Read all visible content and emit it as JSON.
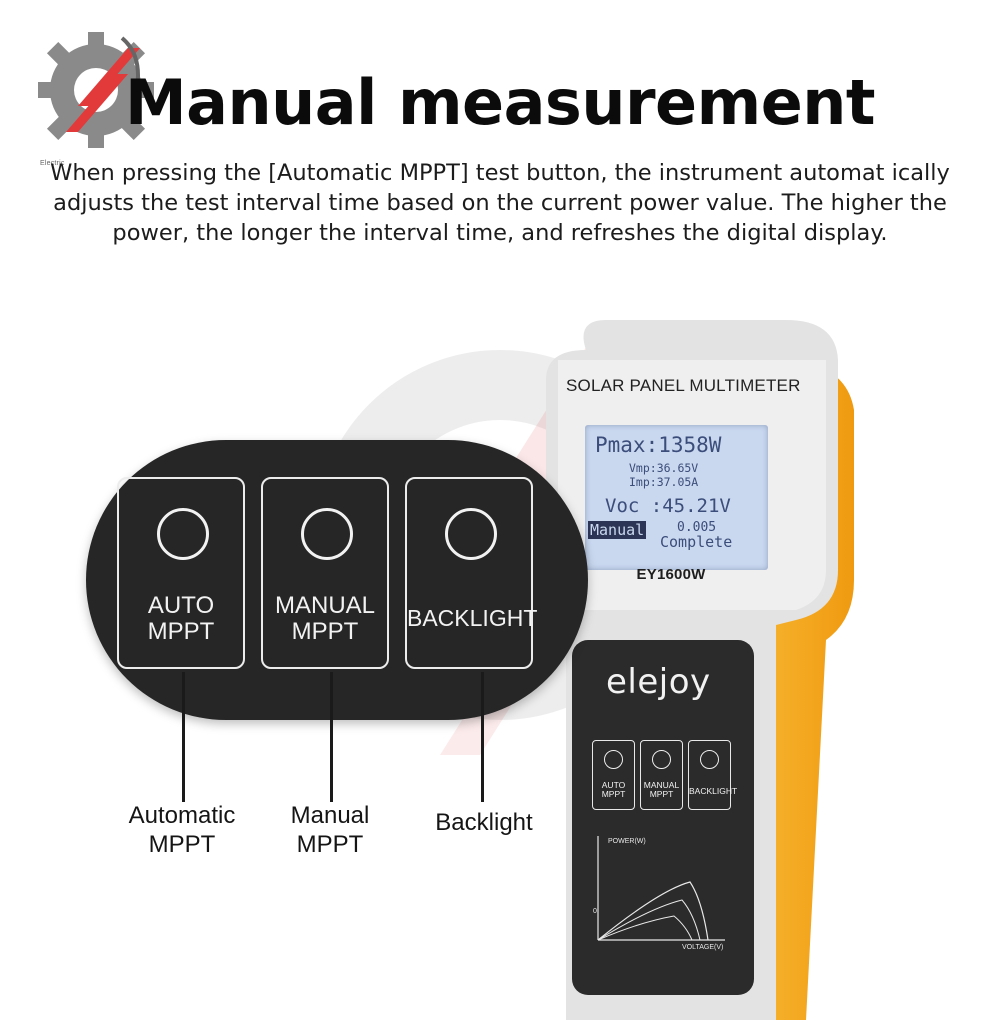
{
  "header": {
    "title": "Manual measurement",
    "description": "When pressing the [Automatic MPPT] test button, the instrument  automat ically adjusts the test interval time based on the current power value. The higher the power, the longer the interval time, and refreshes the digital display.",
    "logo_text": "Electric"
  },
  "panel": {
    "buttons": [
      {
        "label": "AUTO\nMPPT"
      },
      {
        "label": "MANUAL\nMPPT"
      },
      {
        "label": "BACKLIGHT"
      }
    ]
  },
  "callouts": [
    {
      "label": "Automatic\nMPPT"
    },
    {
      "label": "Manual\nMPPT"
    },
    {
      "label": "Backlight"
    }
  ],
  "device": {
    "header": "SOLAR PANEL MULTIMETER",
    "model": "EY1600W",
    "brand": "elejoy",
    "lcd": {
      "pmax": "Pmax:1358W",
      "vmp": "Vmp:36.65V",
      "imp": "Imp:37.05A",
      "voc": "Voc :45.21V",
      "mode": "Manual",
      "value": "0.005",
      "status": "Complete"
    },
    "small_buttons": [
      {
        "label": "AUTO\nMPPT"
      },
      {
        "label": "MANUAL\nMPPT"
      },
      {
        "label": "BACKLIGHT"
      }
    ],
    "graph": {
      "ylabel": "POWER(W)",
      "xlabel": "VOLTAGE(V)",
      "origin": "0"
    }
  },
  "colors": {
    "accent": "#f2a21d",
    "panel": "#262626",
    "lcd": "#c9d8ef",
    "watermark": "#e23a3a"
  }
}
